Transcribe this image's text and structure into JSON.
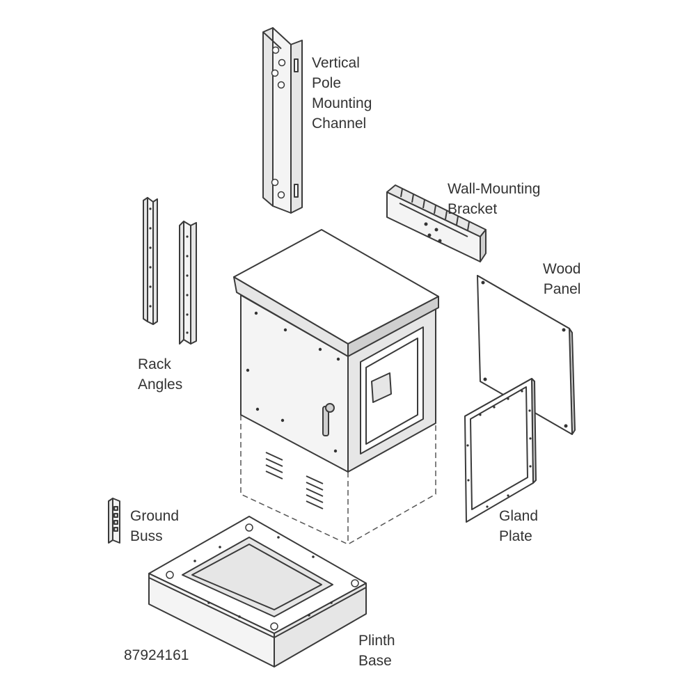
{
  "labels": {
    "vertical_pole_channel": "Vertical\nPole\nMounting\nChannel",
    "wall_mounting_bracket": "Wall-Mounting\nBracket",
    "wood_panel": "Wood\nPanel",
    "rack_angles": "Rack\nAngles",
    "ground_buss": "Ground\nBuss",
    "gland_plate": "Gland\nPlate",
    "plinth_base": "Plinth\nBase"
  },
  "part_number": "87924161",
  "colors": {
    "line": "#3a3a3a",
    "text": "#333333",
    "background": "#ffffff"
  }
}
